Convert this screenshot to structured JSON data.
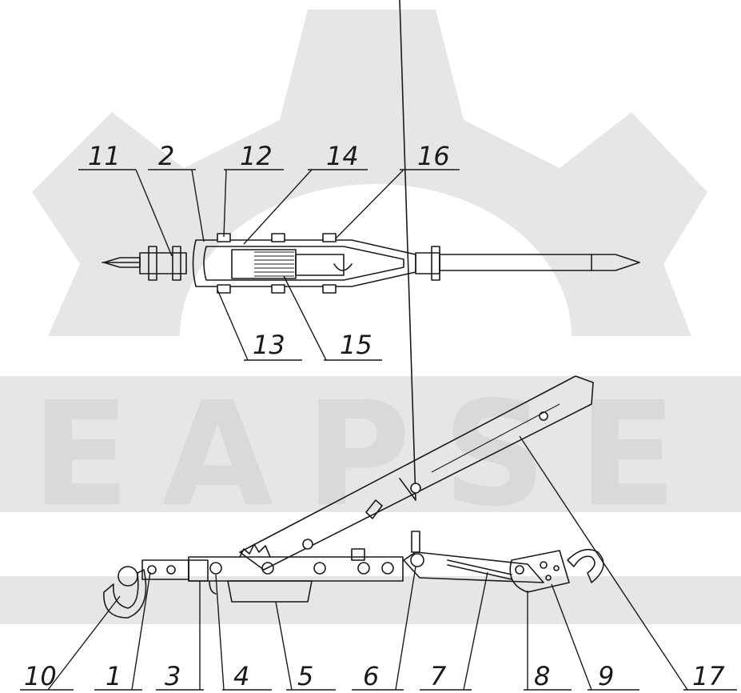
{
  "watermark": {
    "text": "EAPSE",
    "color": "#e6e6e6"
  },
  "top_view_labels": [
    "11",
    "2",
    "12",
    "14",
    "16",
    "13",
    "15"
  ],
  "side_view_labels": [
    "10",
    "1",
    "3",
    "4",
    "5",
    "6",
    "7",
    "8",
    "9",
    "17"
  ]
}
